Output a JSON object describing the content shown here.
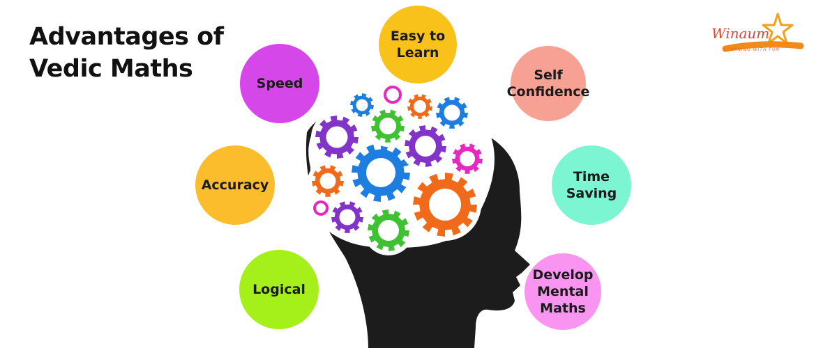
{
  "title": {
    "line1": "Advantages of",
    "line2": "Vedic Maths"
  },
  "logo": {
    "name": "Winaum",
    "tagline": "LEARNING WITH FUN"
  },
  "bubbles": [
    {
      "lines": [
        "Easy to",
        "Learn"
      ],
      "color": "#f9c21a"
    },
    {
      "lines": [
        "Speed"
      ],
      "color": "#d547e8"
    },
    {
      "lines": [
        "Self",
        "Confidence"
      ],
      "color": "#f7a094"
    },
    {
      "lines": [
        "Accuracy"
      ],
      "color": "#fbbd2c"
    },
    {
      "lines": [
        "Time",
        "Saving"
      ],
      "color": "#7cf5d3"
    },
    {
      "lines": [
        "Logical"
      ],
      "color": "#a5ef1a"
    },
    {
      "lines": [
        "Develop",
        "Mental",
        "Maths"
      ],
      "color": "#f995f0"
    }
  ],
  "colors": {
    "head": "#1c1c1c",
    "gear_blue": "#1e7ee0",
    "gear_orange": "#f06a1a",
    "gear_green": "#3fc232",
    "gear_purple": "#8234c8",
    "gear_pink": "#e827bf"
  }
}
